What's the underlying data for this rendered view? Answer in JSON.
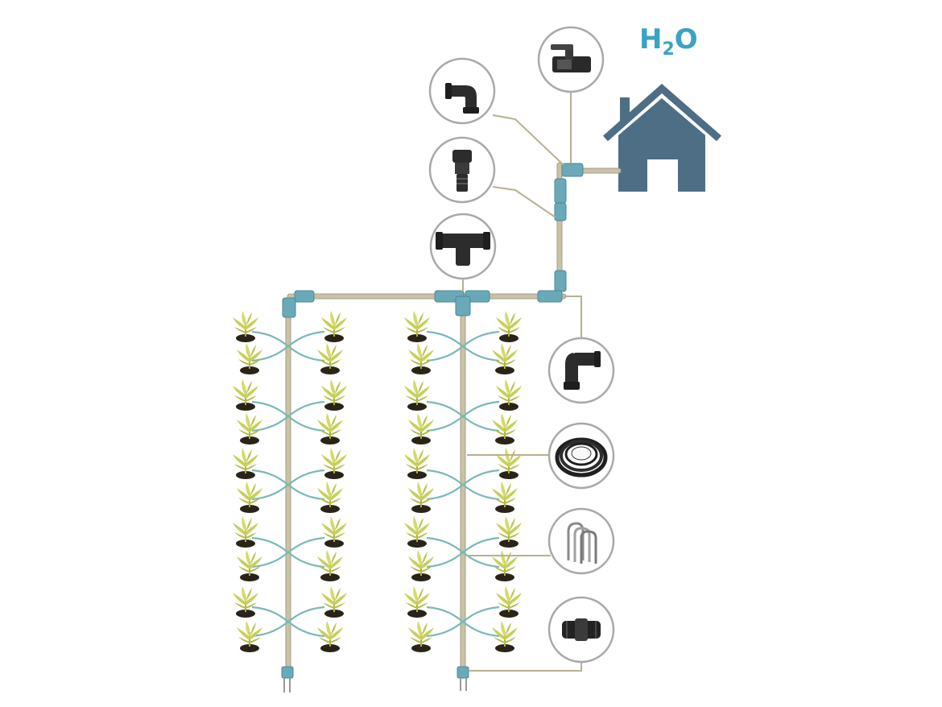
{
  "diagram": {
    "water_label": {
      "main": "H",
      "sub": "2",
      "end": "O"
    },
    "colors": {
      "house": "#4e6e86",
      "water_text": "#3aa3c4",
      "pipe": "#c9c2a8",
      "drip_line": "#79b9b7",
      "fitting": "#6aa9b8",
      "plant_leaf": "#c8cf5a",
      "soil": "#2a2418"
    },
    "icons": [
      "house-icon",
      "ball-valve-icon",
      "elbow-fitting-icon",
      "hose-adapter-icon",
      "tee-fitting-icon",
      "elbow-connector-icon",
      "coiled-hose-icon",
      "staple-pegs-icon",
      "end-plug-icon",
      "plant-icon"
    ],
    "plant_rows": 2
  }
}
